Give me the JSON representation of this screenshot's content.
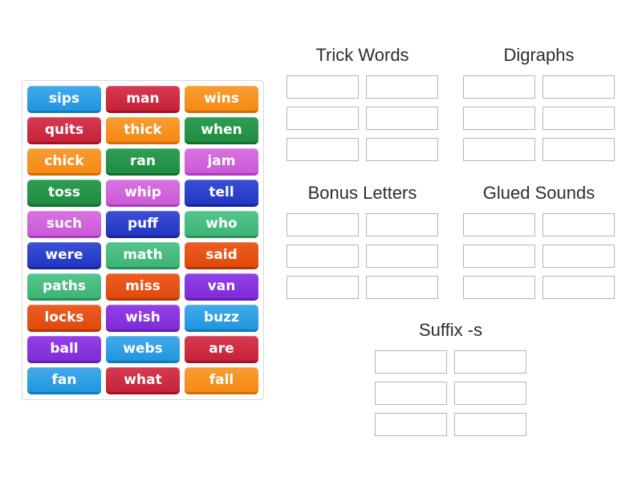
{
  "page": {
    "background": "#ffffff",
    "heading_color": "#2d2d2d",
    "panel_border_color": "#d8d8d8",
    "slot_border_color": "#b5b5b5",
    "tile_text_color": "#ffffff"
  },
  "palette": {
    "blue": {
      "light": "#44aaea",
      "base": "#2196df",
      "dark": "#1379bd"
    },
    "crimson": {
      "light": "#d63a52",
      "base": "#c62339",
      "dark": "#a21126"
    },
    "orange": {
      "light": "#f89d33",
      "base": "#f58a12",
      "dark": "#d06e05"
    },
    "green": {
      "light": "#2f9e54",
      "base": "#1f8c42",
      "dark": "#146d30"
    },
    "orchid": {
      "light": "#d873e2",
      "base": "#cb59d8",
      "dark": "#a93bb8"
    },
    "darkblue": {
      "light": "#3a50d4",
      "base": "#2336c2",
      "dark": "#17249e"
    },
    "seagreen": {
      "light": "#55c58d",
      "base": "#3eb476",
      "dark": "#259157"
    },
    "orangered": {
      "light": "#ec5e22",
      "base": "#e0490d",
      "dark": "#b83404"
    },
    "blueviolet": {
      "light": "#9340e8",
      "base": "#7f2cd8",
      "dark": "#651cb4"
    }
  },
  "word_bank": {
    "words": [
      {
        "label": "sips",
        "color": "blue"
      },
      {
        "label": "man",
        "color": "crimson"
      },
      {
        "label": "wins",
        "color": "orange"
      },
      {
        "label": "quits",
        "color": "crimson"
      },
      {
        "label": "thick",
        "color": "orange"
      },
      {
        "label": "when",
        "color": "green"
      },
      {
        "label": "chick",
        "color": "orange"
      },
      {
        "label": "ran",
        "color": "green"
      },
      {
        "label": "jam",
        "color": "orchid"
      },
      {
        "label": "toss",
        "color": "green"
      },
      {
        "label": "whip",
        "color": "orchid"
      },
      {
        "label": "tell",
        "color": "darkblue"
      },
      {
        "label": "such",
        "color": "orchid"
      },
      {
        "label": "puff",
        "color": "darkblue"
      },
      {
        "label": "who",
        "color": "seagreen"
      },
      {
        "label": "were",
        "color": "darkblue"
      },
      {
        "label": "math",
        "color": "seagreen"
      },
      {
        "label": "said",
        "color": "orangered"
      },
      {
        "label": "paths",
        "color": "seagreen"
      },
      {
        "label": "miss",
        "color": "orangered"
      },
      {
        "label": "van",
        "color": "blueviolet"
      },
      {
        "label": "locks",
        "color": "orangered"
      },
      {
        "label": "wish",
        "color": "blueviolet"
      },
      {
        "label": "buzz",
        "color": "blue"
      },
      {
        "label": "ball",
        "color": "blueviolet"
      },
      {
        "label": "webs",
        "color": "blue"
      },
      {
        "label": "are",
        "color": "crimson"
      },
      {
        "label": "fan",
        "color": "blue"
      },
      {
        "label": "what",
        "color": "crimson"
      },
      {
        "label": "fall",
        "color": "orange"
      }
    ]
  },
  "groups": [
    {
      "title": "Trick Words",
      "slots": 6
    },
    {
      "title": "Digraphs",
      "slots": 6
    },
    {
      "title": "Bonus Letters",
      "slots": 6
    },
    {
      "title": "Glued Sounds",
      "slots": 6
    },
    {
      "title": "Suffix -s",
      "slots": 6
    }
  ]
}
